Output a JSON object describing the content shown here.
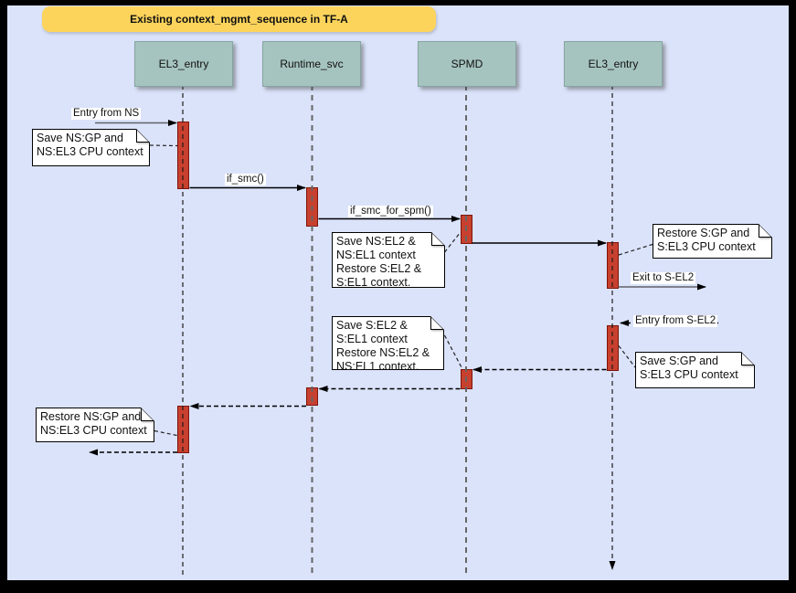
{
  "diagram": {
    "title": "Existing context_mgmt_sequence in TF-A",
    "lifelines": [
      {
        "label": "EL3_entry"
      },
      {
        "label": "Runtime_svc"
      },
      {
        "label": "SPMD"
      },
      {
        "label": "EL3_entry"
      }
    ],
    "messages": {
      "entry_from_ns": "Entry from NS",
      "if_smc": "if_smc()",
      "if_smc_for_spm": "if_smc_for_spm()",
      "exit_to_s_el2": "Exit to S-EL2",
      "entry_from_s_el2": "Entry from S-EL2"
    },
    "notes": {
      "save_ns_ctx": "Save NS:GP and\nNS:EL3 CPU context",
      "switch_to_s": "Save NS:EL2 &\nNS:EL1 context\nRestore S:EL2 &\nS:EL1 context.",
      "restore_s_ctx": "Restore S:GP and\nS:EL3 CPU context",
      "save_s_ctx": "Save S:GP and\nS:EL3 CPU context",
      "switch_to_ns": "Save S:EL2 &\nS:EL1 context\nRestore NS:EL2 &\nNS:EL1 context.",
      "restore_ns_ctx": "Restore NS:GP and\nNS:EL3 CPU context"
    },
    "colors": {
      "page_border": "#000000",
      "background": "#dbe3fa",
      "title_bg": "#fcd45c",
      "lifeline_header_bg": "#a5c3bf",
      "activation_fill": "#c8402e",
      "activation_border": "#7d150b",
      "note_bg": "#ffffff",
      "line": "#000000",
      "muted_line": "#5f6368"
    }
  }
}
